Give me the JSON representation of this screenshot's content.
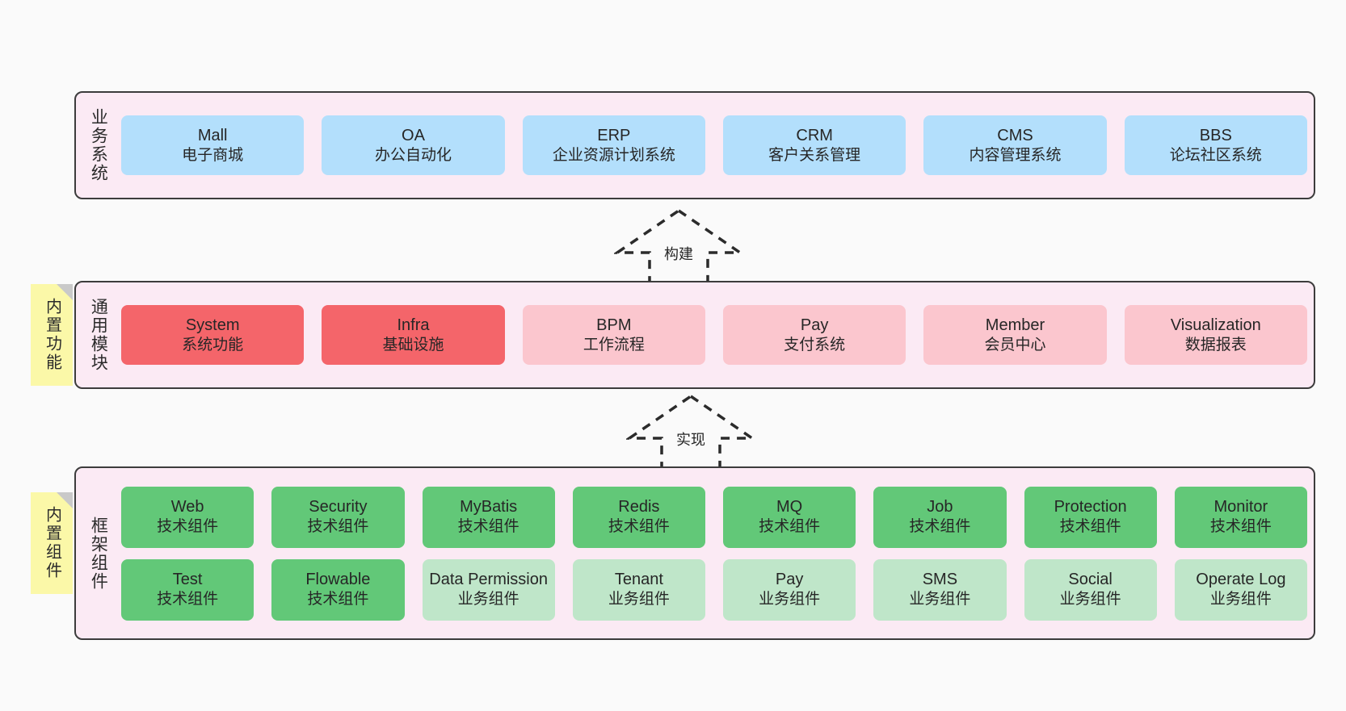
{
  "diagram": {
    "title": "",
    "background": "#fafafa",
    "palette": {
      "panel_fill": "#fbeaf4",
      "panel_border": "#3c3c3c",
      "blue": "#b3dffc",
      "red": "#f4656a",
      "pink": "#fbc6ce",
      "green": "#62c878",
      "light_green": "#bfe6c9",
      "tag_yellow": "#fbf8a8",
      "tag_fold": "#c9c9c9",
      "text": "#262626"
    }
  },
  "tags": [
    {
      "name": "builtin-function",
      "label": "内置功能"
    },
    {
      "name": "builtin-component",
      "label": "内置组件"
    }
  ],
  "connectors": [
    {
      "name": "build",
      "label": "构建",
      "style": "dashed-hollow-arrow-up"
    },
    {
      "name": "implement",
      "label": "实现",
      "style": "dashed-hollow-arrow-up"
    }
  ],
  "layers": [
    {
      "name": "business-system",
      "label": "业务系统",
      "rows": [
        {
          "boxes": [
            {
              "color": "blue",
              "name": "mall",
              "line1": "Mall",
              "line2": "电子商城"
            },
            {
              "color": "blue",
              "name": "oa",
              "line1": "OA",
              "line2": "办公自动化"
            },
            {
              "color": "blue",
              "name": "erp",
              "line1": "ERP",
              "line2": "企业资源计划系统"
            },
            {
              "color": "blue",
              "name": "crm",
              "line1": "CRM",
              "line2": "客户关系管理"
            },
            {
              "color": "blue",
              "name": "cms",
              "line1": "CMS",
              "line2": "内容管理系统"
            },
            {
              "color": "blue",
              "name": "bbs",
              "line1": "BBS",
              "line2": "论坛社区系统"
            }
          ]
        }
      ]
    },
    {
      "name": "general-modules",
      "label": "通用模块",
      "rows": [
        {
          "boxes": [
            {
              "color": "red",
              "name": "system",
              "line1": "System",
              "line2": "系统功能"
            },
            {
              "color": "red",
              "name": "infra",
              "line1": "Infra",
              "line2": "基础设施"
            },
            {
              "color": "pink",
              "name": "bpm",
              "line1": "BPM",
              "line2": "工作流程"
            },
            {
              "color": "pink",
              "name": "pay",
              "line1": "Pay",
              "line2": "支付系统"
            },
            {
              "color": "pink",
              "name": "member",
              "line1": "Member",
              "line2": "会员中心"
            },
            {
              "color": "pink",
              "name": "visualization",
              "line1": "Visualization",
              "line2": "数据报表"
            }
          ]
        }
      ]
    },
    {
      "name": "framework-components",
      "label": "框架组件",
      "rows": [
        {
          "boxes": [
            {
              "color": "green",
              "name": "web",
              "line1": "Web",
              "line2": "技术组件"
            },
            {
              "color": "green",
              "name": "security",
              "line1": "Security",
              "line2": "技术组件"
            },
            {
              "color": "green",
              "name": "mybatis",
              "line1": "MyBatis",
              "line2": "技术组件"
            },
            {
              "color": "green",
              "name": "redis",
              "line1": "Redis",
              "line2": "技术组件"
            },
            {
              "color": "green",
              "name": "mq",
              "line1": "MQ",
              "line2": "技术组件"
            },
            {
              "color": "green",
              "name": "job",
              "line1": "Job",
              "line2": "技术组件"
            },
            {
              "color": "green",
              "name": "protection",
              "line1": "Protection",
              "line2": "技术组件"
            },
            {
              "color": "green",
              "name": "monitor",
              "line1": "Monitor",
              "line2": "技术组件"
            }
          ]
        },
        {
          "boxes": [
            {
              "color": "green",
              "name": "test",
              "line1": "Test",
              "line2": "技术组件"
            },
            {
              "color": "green",
              "name": "flowable",
              "line1": "Flowable",
              "line2": "技术组件"
            },
            {
              "color": "lightgreen",
              "name": "data-permission",
              "line1": "Data Permission",
              "line2": "业务组件"
            },
            {
              "color": "lightgreen",
              "name": "tenant",
              "line1": "Tenant",
              "line2": "业务组件"
            },
            {
              "color": "lightgreen",
              "name": "pay-component",
              "line1": "Pay",
              "line2": "业务组件"
            },
            {
              "color": "lightgreen",
              "name": "sms",
              "line1": "SMS",
              "line2": "业务组件"
            },
            {
              "color": "lightgreen",
              "name": "social",
              "line1": "Social",
              "line2": "业务组件"
            },
            {
              "color": "lightgreen",
              "name": "operate-log",
              "line1": "Operate Log",
              "line2": "业务组件"
            }
          ]
        }
      ]
    }
  ]
}
